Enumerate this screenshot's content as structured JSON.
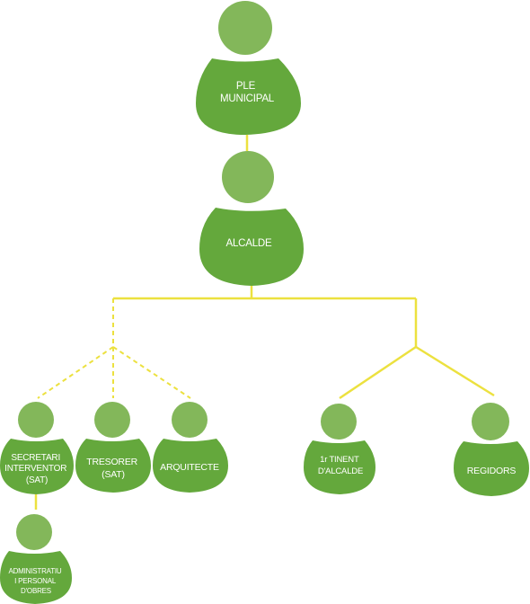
{
  "colors": {
    "head": "#83b75a",
    "body": "#64a83c",
    "connector": "#ece13f",
    "label": "#ffffff"
  },
  "icon": "person-icon",
  "nodes": {
    "ple_municipal": [
      "PLE",
      "MUNICIPAL"
    ],
    "alcalde": [
      "ALCALDE"
    ],
    "secretari_interventor": [
      "SECRETARI",
      "INTERVENTOR",
      "(SAT)"
    ],
    "tresorer": [
      "TRESORER",
      "(SAT)"
    ],
    "arquitecte": [
      "ARQUITECTE"
    ],
    "tinent_alcalde": [
      "1r TINENT",
      "D'ALCALDE"
    ],
    "regidors": [
      "REGIDORS"
    ],
    "administratiu": [
      "ADMINISTRATIU",
      "I PERSONAL",
      "D'OBRES"
    ]
  }
}
